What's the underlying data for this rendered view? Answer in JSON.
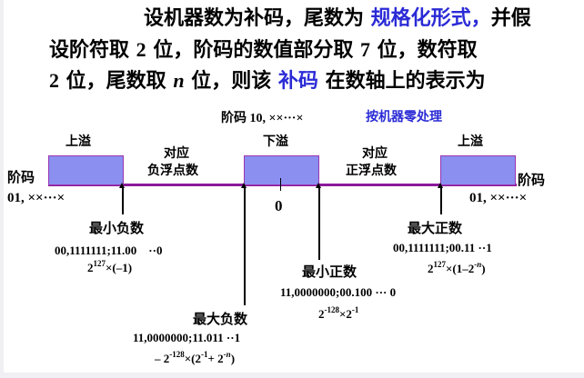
{
  "intro": {
    "line1_a": "设机器数为补码，尾数为 ",
    "line1_hl": "规格化形式，",
    "line1_b": "并假",
    "line2_a": "设阶符取 ",
    "line2_n1": "2",
    "line2_b": " 位，阶码的数值部分取 ",
    "line2_n2": "7",
    "line2_c": " 位，数符取",
    "line3_n": "2",
    "line3_a": " 位，尾数取 ",
    "line3_var": "n",
    "line3_b": " 位，则该 ",
    "line3_hl": "补码",
    "line3_c": " 在数轴上的表示为"
  },
  "diagram": {
    "underflow_exp_label": "阶码 10, ××···×",
    "zero_handling": "按机器零处理",
    "left_overflow": "上溢",
    "right_overflow": "上溢",
    "underflow": "下溢",
    "neg_region": {
      "line1": "对应",
      "line2": "负浮点数"
    },
    "pos_region": {
      "line1": "对应",
      "line2": "正浮点数"
    },
    "left_exp": {
      "label": "阶码",
      "value": "01, ××···×"
    },
    "right_exp": {
      "label": "阶码",
      "value": "01, ××···×"
    },
    "zero": "0",
    "colors": {
      "box_fill": "#8a8ff0",
      "box_border": "#9b36b0",
      "axis": "#8b1a9a",
      "highlight": "#2b2bd6"
    }
  },
  "points": {
    "min_negative": {
      "title": "最小负数",
      "code": "00,1111111;11.00　··0",
      "value_base": "2",
      "value_exp": "127",
      "value_rest": "×(–1)"
    },
    "max_negative": {
      "title": "最大负数",
      "code": "11,0000000;11.011 ··1",
      "value_prefix": "– 2",
      "value_exp": "-128",
      "value_mid": "×(2",
      "value_exp2": "-1",
      "value_mid2": "+ 2",
      "value_exp3": "-n",
      "value_end": ")"
    },
    "min_positive": {
      "title": "最小正数",
      "code": "11,0000000;00.100 ··· 0",
      "value_base": "2",
      "value_exp": "-128",
      "value_mid": "×2",
      "value_exp2": "-1"
    },
    "max_positive": {
      "title": "最大正数",
      "code": "00,1111111;00.11 ··1",
      "value_base": "2",
      "value_exp": "127",
      "value_mid": "×(1–2",
      "value_exp2": "-n",
      "value_end": ")"
    }
  }
}
